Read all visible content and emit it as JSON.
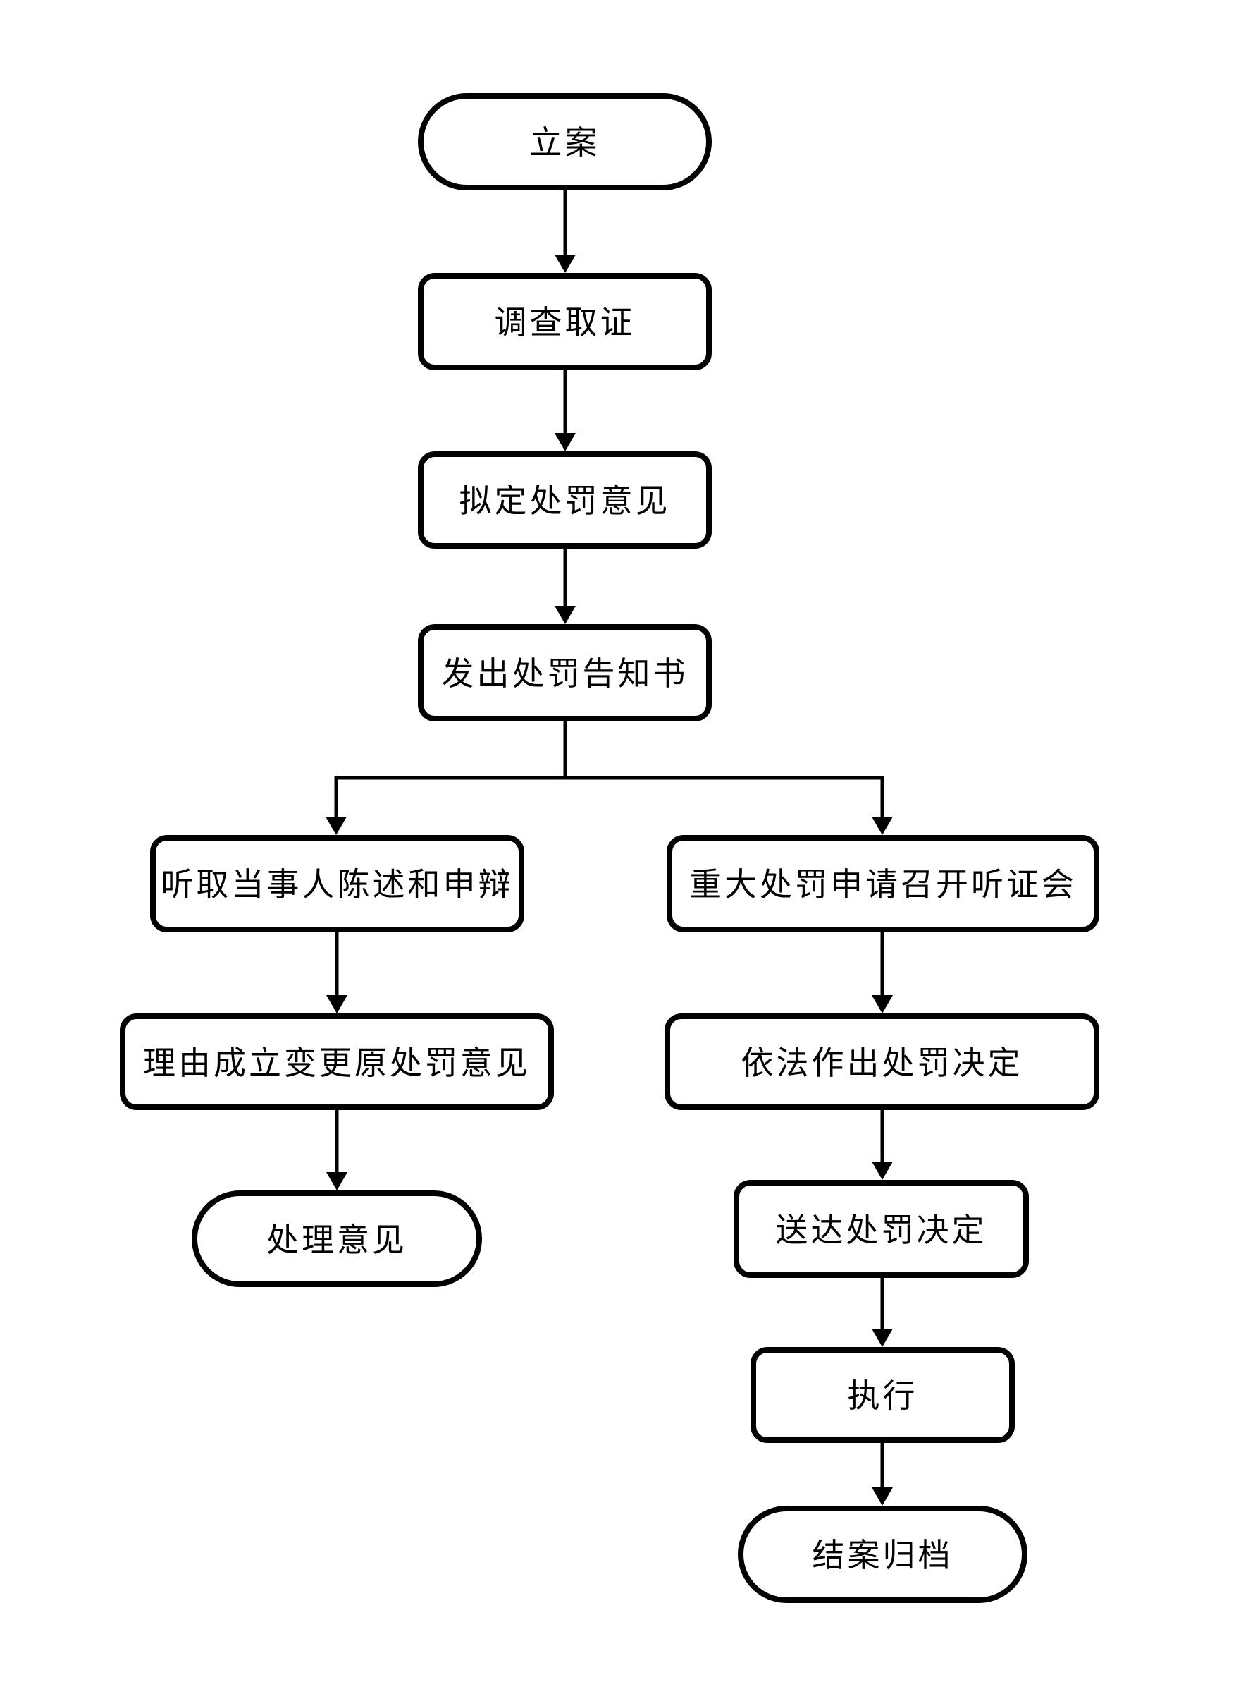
{
  "page": {
    "background_color": "#ffffff",
    "line_color": "#000000"
  },
  "flowchart": {
    "nodes": {
      "start": {
        "label": "立案",
        "shape": "stadium"
      },
      "investigate": {
        "label": "调查取证",
        "shape": "rounded-rect"
      },
      "draft_opinion": {
        "label": "拟定处罚意见",
        "shape": "rounded-rect"
      },
      "issue_notice": {
        "label": "发出处罚告知书",
        "shape": "rounded-rect"
      },
      "hear_statement": {
        "label": "听取当事人陈述和申辩",
        "shape": "rounded-rect"
      },
      "revise_opinion": {
        "label": "理由成立变更原处罚意见",
        "shape": "rounded-rect"
      },
      "handling_opinion": {
        "label": "处理意见",
        "shape": "stadium"
      },
      "major_hearing": {
        "label": "重大处罚申请召开听证会",
        "shape": "rounded-rect"
      },
      "lawful_decision": {
        "label": "依法作出处罚决定",
        "shape": "rounded-rect"
      },
      "deliver_decision": {
        "label": "送达处罚决定",
        "shape": "rounded-rect"
      },
      "execute": {
        "label": "执行",
        "shape": "rounded-rect"
      },
      "close_archive": {
        "label": "结案归档",
        "shape": "stadium"
      }
    },
    "edges": [
      {
        "from": "start",
        "to": "investigate"
      },
      {
        "from": "investigate",
        "to": "draft_opinion"
      },
      {
        "from": "draft_opinion",
        "to": "issue_notice"
      },
      {
        "from": "issue_notice",
        "to": "hear_statement"
      },
      {
        "from": "issue_notice",
        "to": "major_hearing"
      },
      {
        "from": "hear_statement",
        "to": "revise_opinion"
      },
      {
        "from": "revise_opinion",
        "to": "handling_opinion"
      },
      {
        "from": "major_hearing",
        "to": "lawful_decision"
      },
      {
        "from": "lawful_decision",
        "to": "deliver_decision"
      },
      {
        "from": "deliver_decision",
        "to": "execute"
      },
      {
        "from": "execute",
        "to": "close_archive"
      }
    ]
  }
}
